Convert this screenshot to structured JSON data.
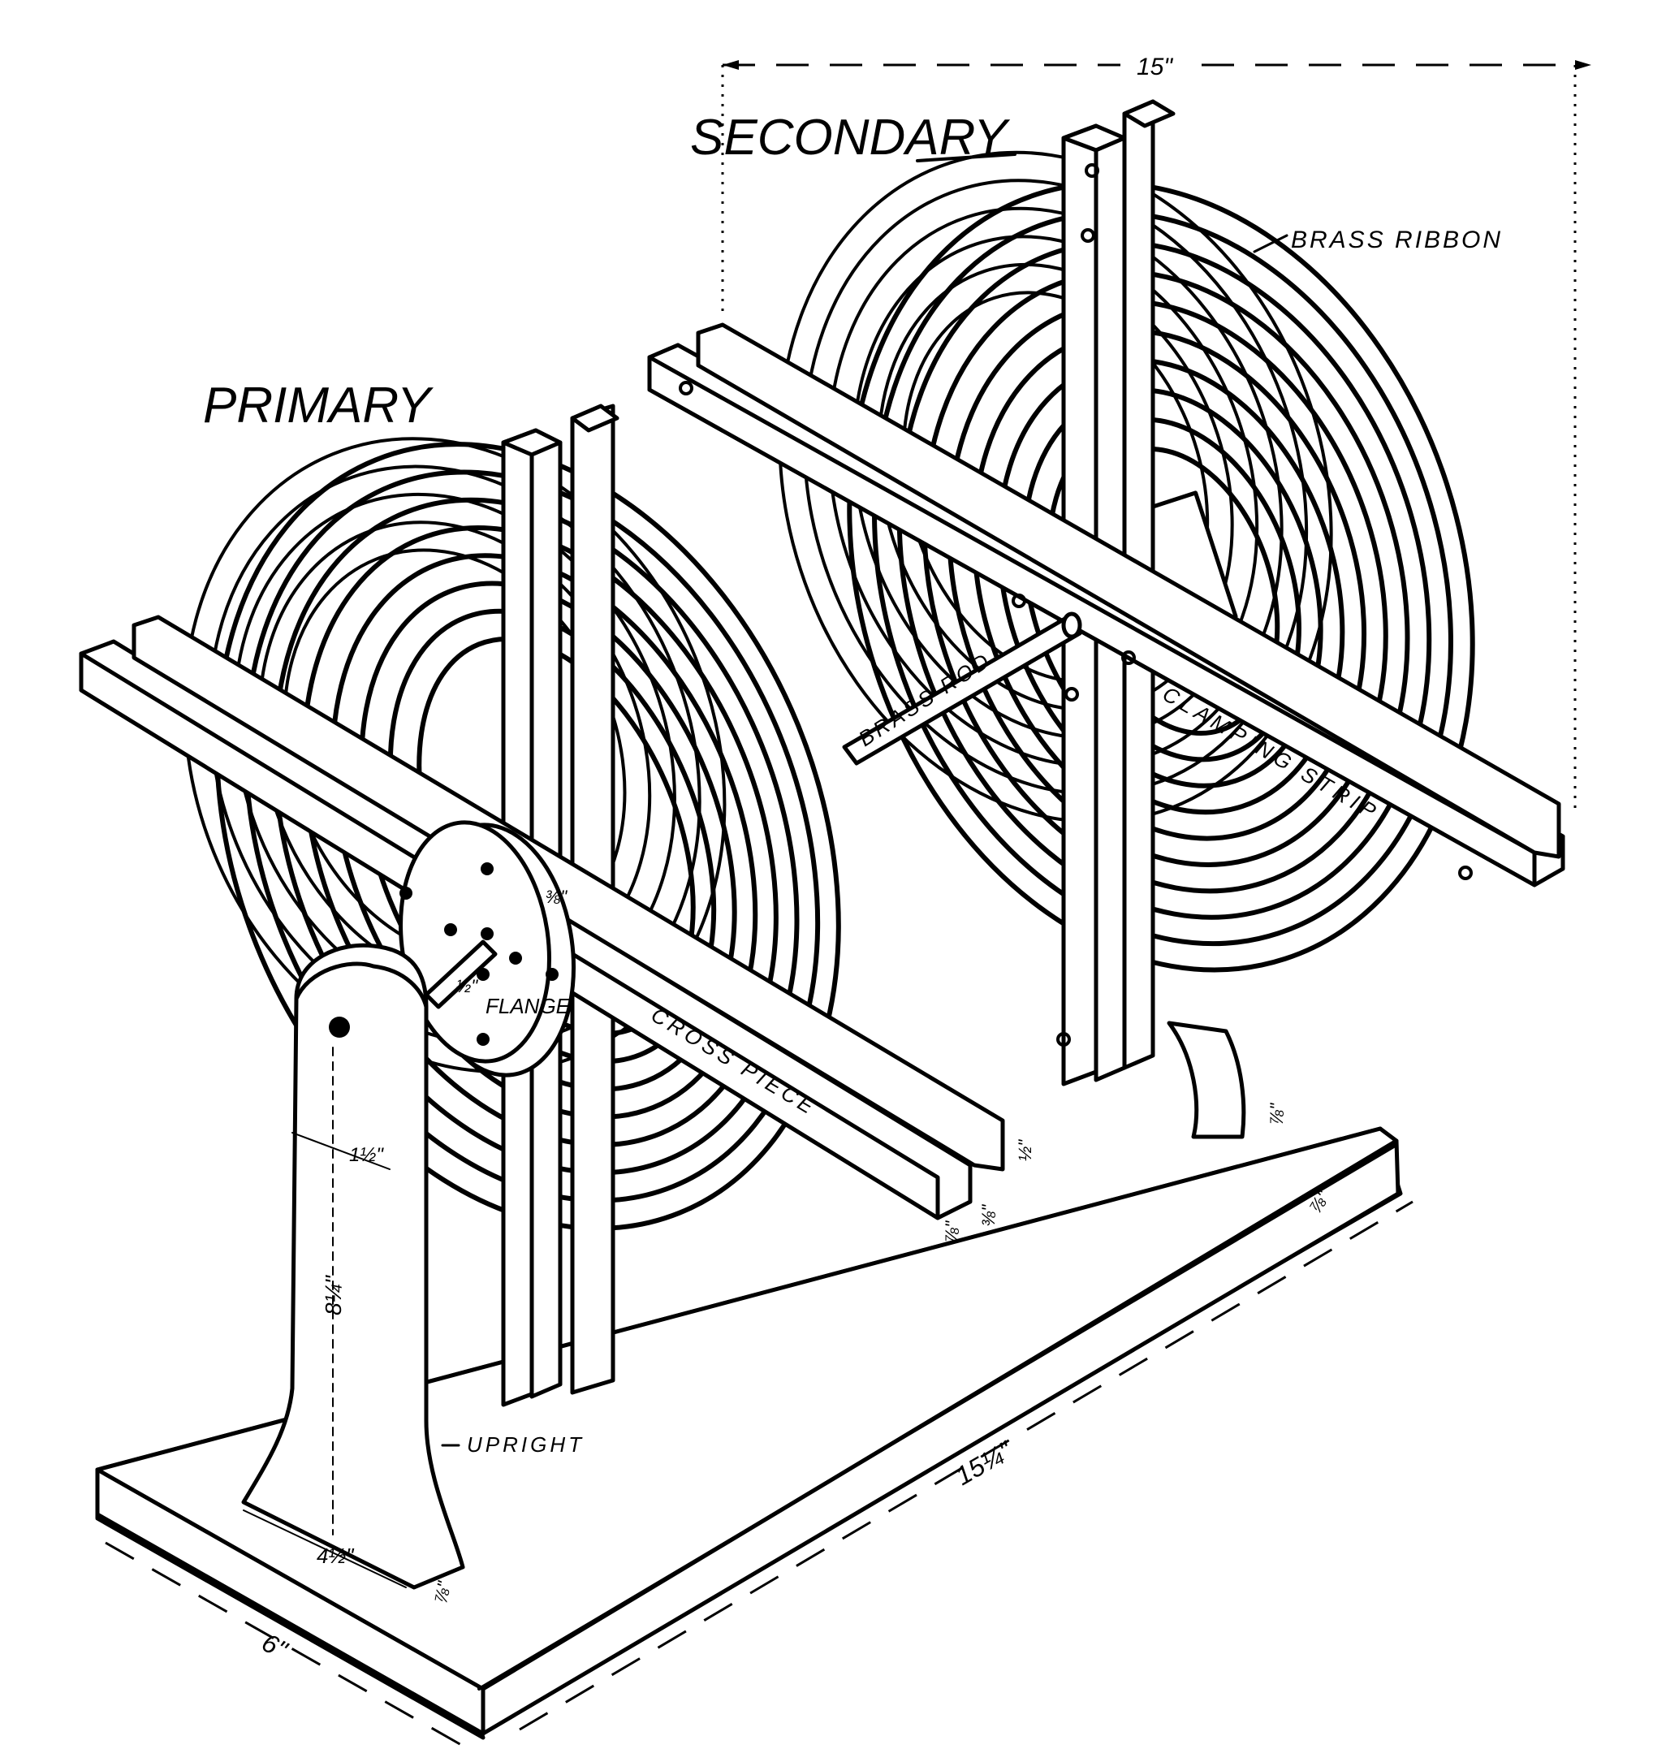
{
  "labels": {
    "secondary": "SECONDARY",
    "primary": "PRIMARY",
    "brass_ribbon": "BRASS RIBBON",
    "brass_rod": "BRASS ROD",
    "clamping_strip": "CLAMPING STRIP",
    "flange": "FLANGE",
    "cross_piece": "CROSS PIECE",
    "upright": "UPRIGHT"
  },
  "dimensions": {
    "secondary_width": "15\"",
    "base_length": "15¼\"",
    "base_width": "6\"",
    "upright_height": "8¼\"",
    "upright_foot_width": "4½\"",
    "upright_neck_width": "1½\"",
    "upright_thickness": "⅞\"",
    "flange_edge": "⅜\"",
    "flange_side": "½\"",
    "cross_piece_depth": "⅞\"",
    "cross_piece_width": "⅜\"",
    "cross_piece_height": "½\"",
    "secondary_foot": "⅞\"",
    "base_thickness": "⅞\""
  }
}
